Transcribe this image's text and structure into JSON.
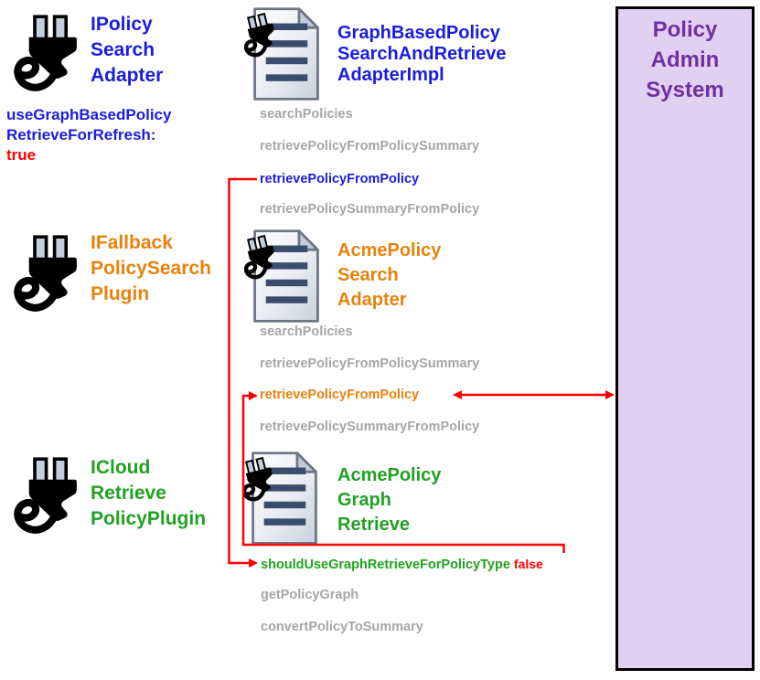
{
  "colors": {
    "blue": "#1C1CDF",
    "orange": "#E8820D",
    "green": "#21A121",
    "red": "#FF0000",
    "gray": "#A6A6A6",
    "purple": "#7030A0",
    "panel_fill": "#E2D0F2",
    "panel_border": "#000000",
    "connector": "#FF0000"
  },
  "left_column": {
    "policy_search_adapter_label": "IPolicy\nSearch\nAdapter",
    "config_key": "useGraphBasedPolicy\nRetrieveForRefresh:",
    "config_value": "true",
    "fallback_plugin_label": "IFallback\nPolicySearch\nPlugin",
    "cloud_plugin_label": "ICloud\nRetrieve\nPolicyPlugin"
  },
  "implementations": [
    {
      "name": "GraphBasedPolicy\nSearchAndRetrieve\nAdapterImpl",
      "methods": [
        "searchPolicies",
        "retrievePolicyFromPolicySummary",
        "retrievePolicyFromPolicy",
        "retrievePolicySummaryFromPolicy"
      ],
      "highlighted_method": "retrievePolicyFromPolicy"
    },
    {
      "name": "AcmePolicy\nSearch\nAdapter",
      "methods": [
        "searchPolicies",
        "retrievePolicyFromPolicySummary",
        "retrievePolicyFromPolicy",
        "retrievePolicySummaryFromPolicy"
      ],
      "highlighted_method": "retrievePolicyFromPolicy"
    },
    {
      "name": "AcmePolicy\nGraph\nRetrieve",
      "methods": [
        "shouldUseGraphRetrieveForPolicyType",
        "getPolicyGraph",
        "convertPolicyToSummary"
      ],
      "highlighted_method": "shouldUseGraphRetrieveForPolicyType",
      "result_value": "false"
    }
  ],
  "panel": {
    "title": "Policy\nAdmin\nSystem"
  }
}
